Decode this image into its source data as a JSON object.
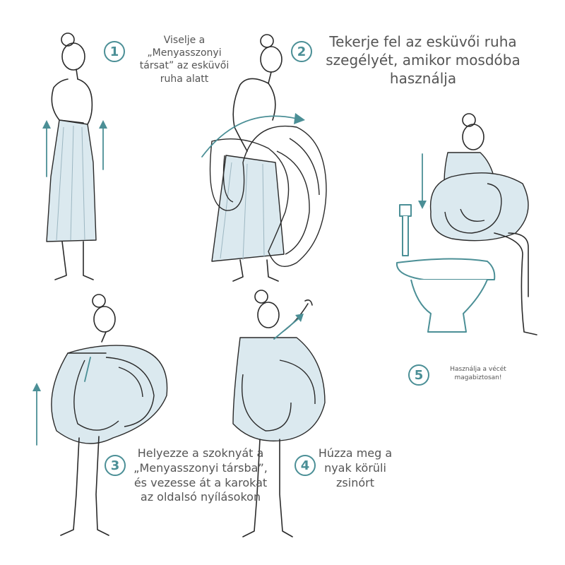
{
  "steps": [
    {
      "number": "1",
      "caption": "Viselje a „Menyasszonyi társat” az esküvői ruha alatt"
    },
    {
      "number": "2",
      "caption": "Tekerje fel az esküvői ruha szegélyét, amikor mosdóba használja"
    },
    {
      "number": "3",
      "caption": "Helyezze a szoknyát a „Menyasszonyi társba”, és vezesse át a karokat az oldalsó nyílásokon"
    },
    {
      "number": "4",
      "caption": "Húzza meg a nyak körüli zsinórt"
    },
    {
      "number": "5",
      "caption": "Használja a vécét magabiztosan!"
    }
  ],
  "colors": {
    "accent": "#4b8f96",
    "dress_fill": "#dbe9ef",
    "line": "#2a2a2a",
    "text": "#555555"
  }
}
